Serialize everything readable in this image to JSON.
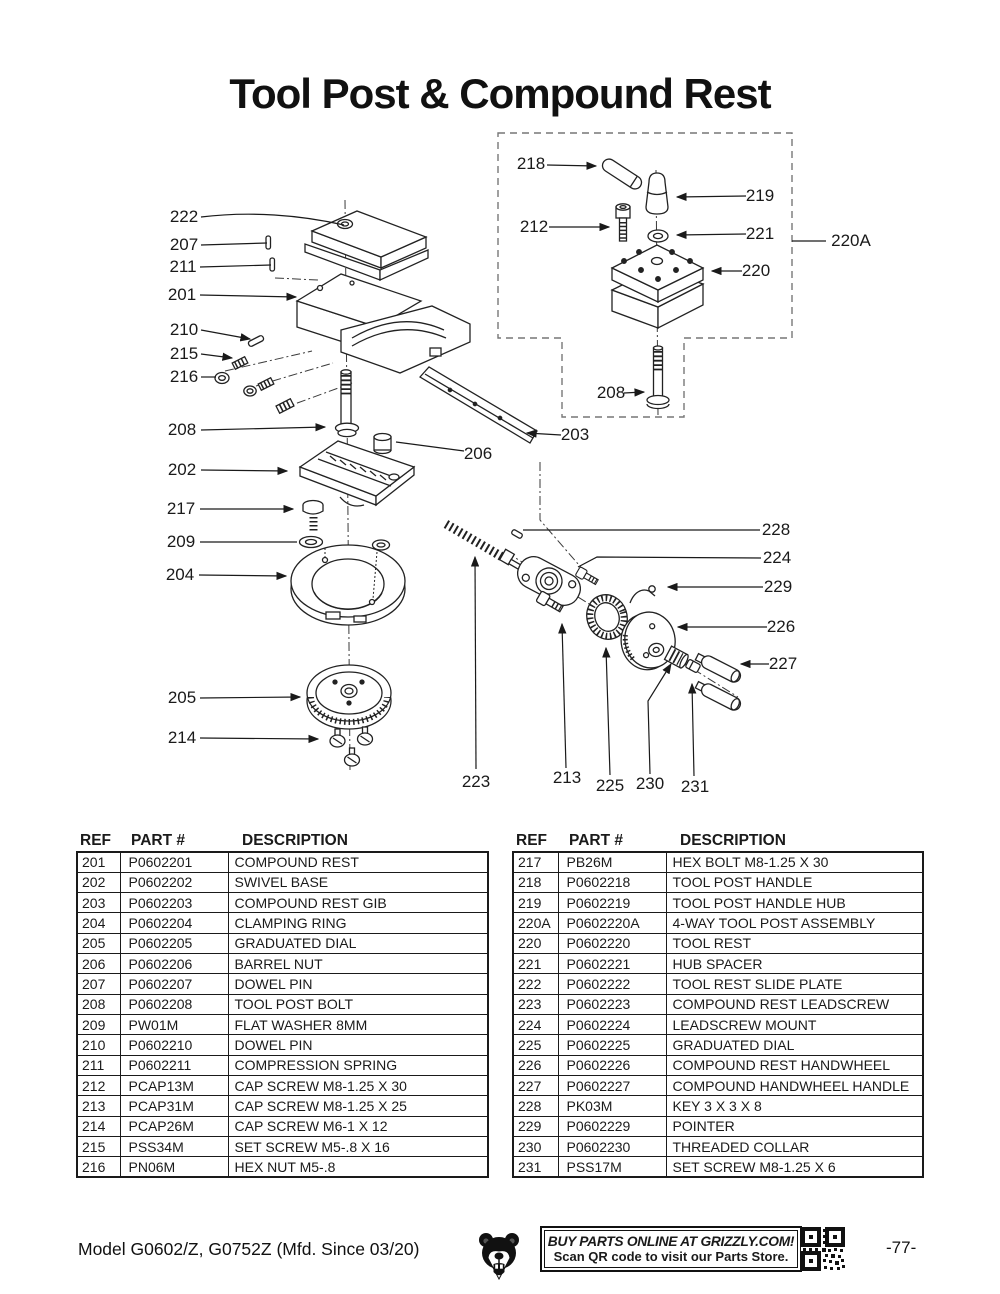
{
  "page": {
    "title": "Tool Post & Compound Rest"
  },
  "diagram": {
    "callouts": [
      {
        "id": "222",
        "label": "222"
      },
      {
        "id": "207",
        "label": "207"
      },
      {
        "id": "211",
        "label": "211"
      },
      {
        "id": "201",
        "label": "201"
      },
      {
        "id": "210",
        "label": "210"
      },
      {
        "id": "215",
        "label": "215"
      },
      {
        "id": "216",
        "label": "216"
      },
      {
        "id": "208-left",
        "label": "208"
      },
      {
        "id": "202",
        "label": "202"
      },
      {
        "id": "217",
        "label": "217"
      },
      {
        "id": "209",
        "label": "209"
      },
      {
        "id": "204",
        "label": "204"
      },
      {
        "id": "205",
        "label": "205"
      },
      {
        "id": "214",
        "label": "214"
      },
      {
        "id": "218",
        "label": "218"
      },
      {
        "id": "219",
        "label": "219"
      },
      {
        "id": "212",
        "label": "212"
      },
      {
        "id": "221",
        "label": "221"
      },
      {
        "id": "220A",
        "label": "220A"
      },
      {
        "id": "220",
        "label": "220"
      },
      {
        "id": "208-right",
        "label": "208"
      },
      {
        "id": "203",
        "label": "203"
      },
      {
        "id": "206",
        "label": "206"
      },
      {
        "id": "228",
        "label": "228"
      },
      {
        "id": "224",
        "label": "224"
      },
      {
        "id": "229",
        "label": "229"
      },
      {
        "id": "226",
        "label": "226"
      },
      {
        "id": "227",
        "label": "227"
      },
      {
        "id": "223",
        "label": "223"
      },
      {
        "id": "213",
        "label": "213"
      },
      {
        "id": "225",
        "label": "225"
      },
      {
        "id": "230",
        "label": "230"
      },
      {
        "id": "231",
        "label": "231"
      }
    ]
  },
  "tables": {
    "headers": [
      "REF",
      "PART #",
      "DESCRIPTION"
    ],
    "left_rows": [
      {
        "ref": "201",
        "part": "P0602201",
        "desc": "COMPOUND REST"
      },
      {
        "ref": "202",
        "part": "P0602202",
        "desc": "SWIVEL BASE"
      },
      {
        "ref": "203",
        "part": "P0602203",
        "desc": "COMPOUND REST GIB"
      },
      {
        "ref": "204",
        "part": "P0602204",
        "desc": "CLAMPING RING"
      },
      {
        "ref": "205",
        "part": "P0602205",
        "desc": "GRADUATED DIAL"
      },
      {
        "ref": "206",
        "part": "P0602206",
        "desc": "BARREL NUT"
      },
      {
        "ref": "207",
        "part": "P0602207",
        "desc": "DOWEL PIN"
      },
      {
        "ref": "208",
        "part": "P0602208",
        "desc": "TOOL POST BOLT"
      },
      {
        "ref": "209",
        "part": "PW01M",
        "desc": "FLAT WASHER 8MM"
      },
      {
        "ref": "210",
        "part": "P0602210",
        "desc": "DOWEL PIN"
      },
      {
        "ref": "211",
        "part": "P0602211",
        "desc": "COMPRESSION SPRING"
      },
      {
        "ref": "212",
        "part": "PCAP13M",
        "desc": "CAP SCREW M8-1.25 X 30"
      },
      {
        "ref": "213",
        "part": "PCAP31M",
        "desc": "CAP SCREW M8-1.25 X 25"
      },
      {
        "ref": "214",
        "part": "PCAP26M",
        "desc": "CAP SCREW M6-1 X 12"
      },
      {
        "ref": "215",
        "part": "PSS34M",
        "desc": "SET SCREW M5-.8 X 16"
      },
      {
        "ref": "216",
        "part": "PN06M",
        "desc": "HEX NUT M5-.8"
      }
    ],
    "right_rows": [
      {
        "ref": "217",
        "part": "PB26M",
        "desc": "HEX BOLT M8-1.25 X 30"
      },
      {
        "ref": "218",
        "part": "P0602218",
        "desc": "TOOL POST HANDLE"
      },
      {
        "ref": "219",
        "part": "P0602219",
        "desc": "TOOL POST HANDLE HUB"
      },
      {
        "ref": "220A",
        "part": "P0602220A",
        "desc": "4-WAY TOOL POST ASSEMBLY"
      },
      {
        "ref": "220",
        "part": "P0602220",
        "desc": "TOOL REST"
      },
      {
        "ref": "221",
        "part": "P0602221",
        "desc": "HUB SPACER"
      },
      {
        "ref": "222",
        "part": "P0602222",
        "desc": "TOOL REST SLIDE PLATE"
      },
      {
        "ref": "223",
        "part": "P0602223",
        "desc": "COMPOUND REST LEADSCREW"
      },
      {
        "ref": "224",
        "part": "P0602224",
        "desc": "LEADSCREW MOUNT"
      },
      {
        "ref": "225",
        "part": "P0602225",
        "desc": "GRADUATED DIAL"
      },
      {
        "ref": "226",
        "part": "P0602226",
        "desc": "COMPOUND REST HANDWHEEL"
      },
      {
        "ref": "227",
        "part": "P0602227",
        "desc": "COMPOUND HANDWHEEL HANDLE"
      },
      {
        "ref": "228",
        "part": "PK03M",
        "desc": "KEY 3 X 3 X 8"
      },
      {
        "ref": "229",
        "part": "P0602229",
        "desc": "POINTER"
      },
      {
        "ref": "230",
        "part": "P0602230",
        "desc": "THREADED COLLAR"
      },
      {
        "ref": "231",
        "part": "PSS17M",
        "desc": "SET SCREW M8-1.25 X 6"
      }
    ]
  },
  "footer": {
    "model": "Model G0602/Z, G0752Z (Mfd. Since 03/20)",
    "banner_line1": "BUY PARTS ONLINE AT GRIZZLY.COM!",
    "banner_line2": "Scan QR code to visit our Parts Store.",
    "page_number": "-77-"
  }
}
